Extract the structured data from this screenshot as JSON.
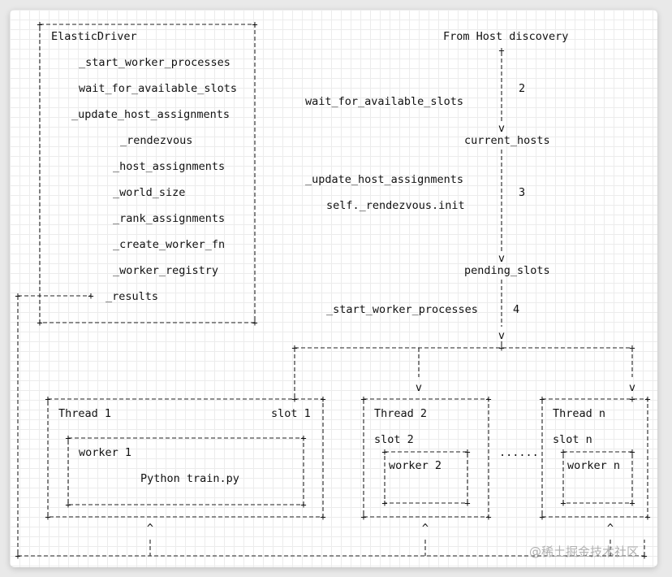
{
  "labels": {
    "elastic_driver": "ElasticDriver",
    "start_worker_processes": "_start_worker_processes",
    "wait_for_available_slots": "wait_for_available_slots",
    "update_host_assignments": "_update_host_assignments",
    "rendezvous": "_rendezvous",
    "host_assignments": "_host_assignments",
    "world_size": "_world_size",
    "rank_assignments": "_rank_assignments",
    "create_worker_fn": "_create_worker_fn",
    "worker_registry": "_worker_registry",
    "results": "_results",
    "from_host_discovery": "From Host discovery",
    "step2_label": "wait_for_available_slots",
    "step2_num": "2",
    "current_hosts": "current_hosts",
    "step3_label_a": "_update_host_assignments",
    "step3_label_b": "self._rendezvous.init",
    "step3_num": "3",
    "pending_slots": "pending_slots",
    "step4_label": "_start_worker_processes",
    "step4_num": "4",
    "thread1": "Thread 1",
    "slot1": "slot 1",
    "worker1": "worker 1",
    "train": "Python train.py",
    "thread2": "Thread 2",
    "slot2": "slot 2",
    "worker2": "worker 2",
    "ellipsis": "......",
    "threadn": "Thread n",
    "slotn": "slot n",
    "workern": "worker n",
    "watermark": "@稀土掘金技术社区"
  },
  "glyphs": {
    "arrow_down": "v",
    "arrow_up": "^",
    "corner": "+"
  },
  "colors": {
    "line": "#222222",
    "text": "#111111",
    "grid": "#ececec",
    "watermark": "#b0b0b0"
  }
}
